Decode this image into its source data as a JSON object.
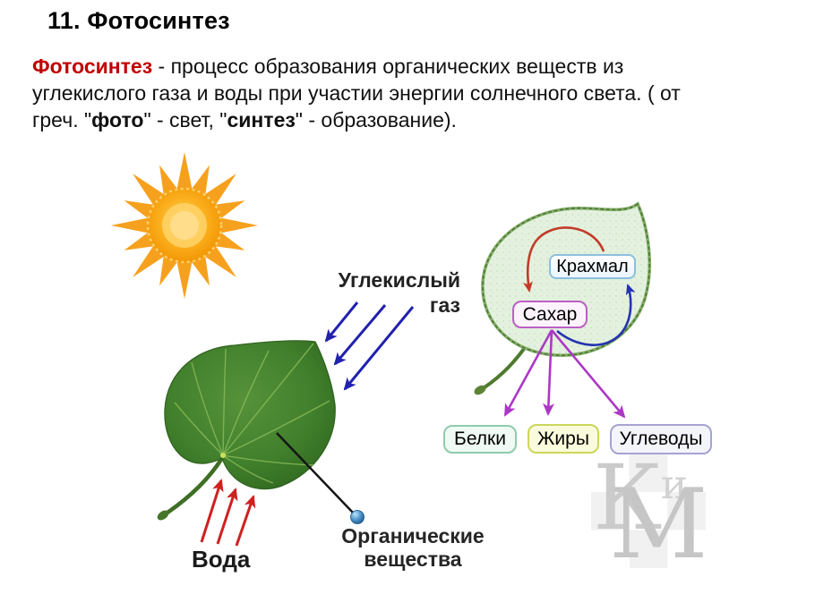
{
  "slide": {
    "title": "11. Фотосинтез",
    "definition": {
      "term": "Фотосинтез",
      "line1_rest": " - процесс образования органических веществ из",
      "line2": "углекислого газа и воды при участии энергии солнечного света. ( от",
      "line3_start": "греч. \"",
      "line3_bold1": "фото",
      "line3_mid": "\" - свет, \"",
      "line3_bold2": "синтез",
      "line3_end": "\" - образование)."
    }
  },
  "diagram": {
    "labels": {
      "co2": "Углекислый\nгаз",
      "water": "Вода",
      "organic_matter": "Органические\nвещества"
    },
    "cycle": {
      "starch": "Крахмал",
      "sugar": "Сахар"
    },
    "products": [
      {
        "label": "Белки"
      },
      {
        "label": "Жиры"
      },
      {
        "label": "Углеводы"
      }
    ]
  },
  "watermark": {
    "letter_k": "К",
    "letter_i": "и",
    "letter_m": "М"
  },
  "colors": {
    "term_red": "#c00000",
    "co2_arrow_blue": "#2121ae",
    "water_arrow_red": "#cf2020",
    "products_arrow_magenta": "#ac38c6",
    "cycle_arrow_red": "#c23b28",
    "cycle_arrow_blue": "#2433b0",
    "starch_box_border": "#8bbfde",
    "sugar_box_border": "#bc5fc4",
    "proteins_box_border": "#8fcbad",
    "fats_box_border": "#cbd65a",
    "carbs_box_border": "#a5a3d0",
    "sun_orange": "#f6a11e",
    "leaf_green": "#3f7d2a",
    "pale_leaf_fill": "#e4f1df"
  }
}
